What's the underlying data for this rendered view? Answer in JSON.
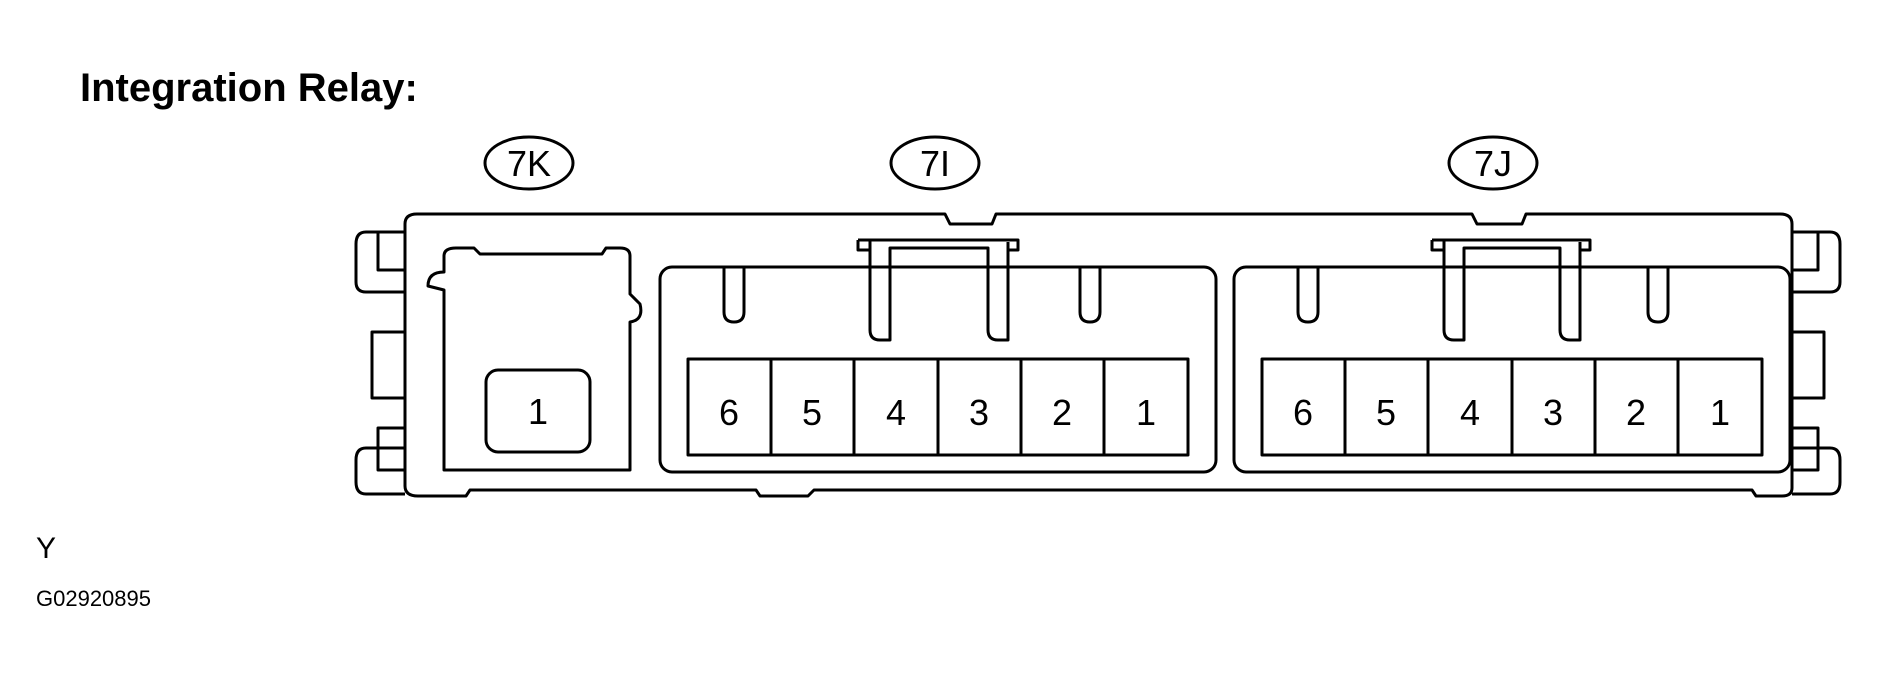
{
  "title": "Integration Relay:",
  "connectors": [
    {
      "id": "7K",
      "pins": [
        "1"
      ]
    },
    {
      "id": "7I",
      "pins": [
        "6",
        "5",
        "4",
        "3",
        "2",
        "1"
      ]
    },
    {
      "id": "7J",
      "pins": [
        "6",
        "5",
        "4",
        "3",
        "2",
        "1"
      ]
    }
  ],
  "footer": {
    "color_code": "Y",
    "figure_id": "G02920895"
  }
}
